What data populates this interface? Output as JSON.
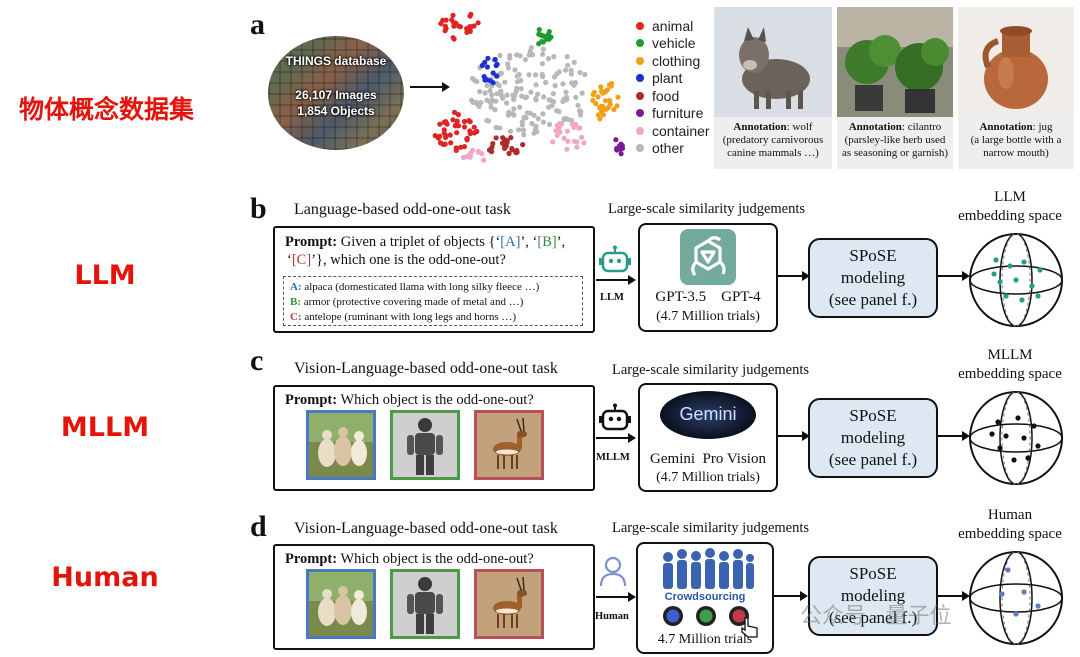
{
  "side_labels": {
    "dataset": "物体概念数据集",
    "llm": "LLM",
    "mllm": "MLLM",
    "human": "Human"
  },
  "panel_a": {
    "letter": "a",
    "db_title": "THINGS database",
    "db_images": "26,107 Images",
    "db_objects": "1,854 Objects",
    "legend": [
      {
        "label": "animal",
        "color": "#e02424"
      },
      {
        "label": "vehicle",
        "color": "#1f9a2e"
      },
      {
        "label": "clothing",
        "color": "#f2a016"
      },
      {
        "label": "plant",
        "color": "#1a2fd4"
      },
      {
        "label": "food",
        "color": "#b02a2a"
      },
      {
        "label": "furniture",
        "color": "#7a1a9a"
      },
      {
        "label": "container",
        "color": "#f4a6c4"
      },
      {
        "label": "other",
        "color": "#b8b8b8"
      }
    ],
    "cards": [
      {
        "bold": "Annotation",
        "name": ": wolf",
        "desc": "(predatory carnivorous canine mammals …)"
      },
      {
        "bold": "Annotation",
        "name": ": cilantro",
        "desc": "(parsley-like herb used as seasoning or garnish)"
      },
      {
        "bold": "Annotation",
        "name": ": jug",
        "desc": "(a large bottle with a narrow mouth)"
      }
    ]
  },
  "panel_b": {
    "letter": "b",
    "task_title": "Language-based odd-one-out task",
    "prompt_bold": "Prompt:",
    "prompt_text_1": " Given a triplet of objects {‘",
    "tag_a": "[A]",
    "prompt_sep_1": "’, ‘",
    "tag_b": "[B]",
    "prompt_sep_2": "’,",
    "prompt_text_2": "‘",
    "tag_c": "[C]",
    "prompt_text_3": "’}, which one is the odd-one-out?",
    "option_a_key": "A:",
    "option_a": " alpaca (domesticated llama with long silky fleece …)",
    "option_b_key": "B:",
    "option_b": " armor (protective covering made of metal and …)",
    "option_c_key": "C:",
    "option_c": " antelope (ruminant with long legs and horns …)",
    "agent_label": "LLM",
    "judgement_title": "Large-scale similarity judgements",
    "model_names": "GPT-3.5    GPT-4",
    "trials": "(4.7 Million trials)",
    "spose_line1": "SPoSE",
    "spose_line2": "modeling",
    "spose_line3": "(see panel f.)",
    "space_line1": "LLM",
    "space_line2": "embedding space"
  },
  "panel_c": {
    "letter": "c",
    "task_title": "Vision-Language-based odd-one-out task",
    "prompt_bold": "Prompt:",
    "prompt_text": " Which object is the odd-one-out?",
    "agent_label": "MLLM",
    "judgement_title": "Large-scale similarity judgements",
    "logo_text": "Gemini",
    "model_names": "Gemini  Pro Vision",
    "trials": "(4.7 Million trials)",
    "spose_line1": "SPoSE",
    "spose_line2": "modeling",
    "spose_line3": "(see panel f.)",
    "space_line1": "MLLM",
    "space_line2": "embedding space"
  },
  "panel_d": {
    "letter": "d",
    "task_title": "Vision-Language-based odd-one-out task",
    "prompt_bold": "Prompt:",
    "prompt_text": " Which object is the odd-one-out?",
    "agent_label": "Human",
    "judgement_title": "Large-scale similarity judgements",
    "crowd_text": "Crowdsourcing",
    "trials": "4.7 Million trials",
    "spose_line1": "SPoSE",
    "spose_line2": "modeling",
    "spose_line3": "(see panel f.)",
    "space_line1": "Human",
    "space_line2": "embedding space",
    "watermark": "公众号 · 量子位"
  },
  "colors": {
    "accent_red": "#e3140c",
    "spose_fill": "#dde8f3",
    "frame_blue": "#4a78c2",
    "frame_green": "#4a9a4a",
    "frame_red": "#b8505a",
    "teal": "#2a9a8a"
  }
}
